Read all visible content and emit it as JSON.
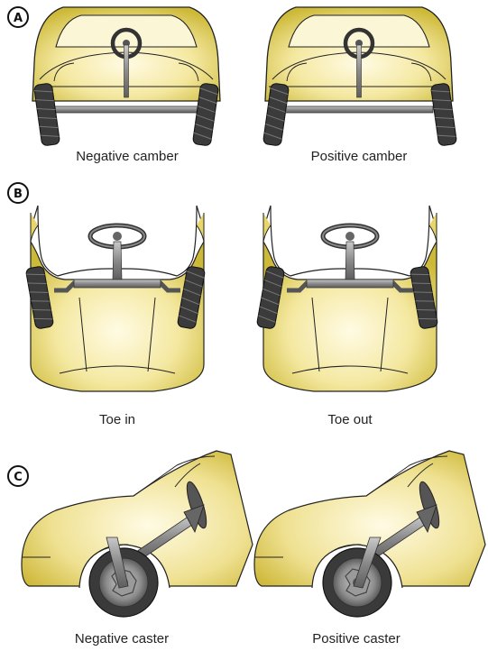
{
  "sections": {
    "a": {
      "badge": "A",
      "left_caption": "Negative camber",
      "right_caption": "Positive camber"
    },
    "b": {
      "badge": "B",
      "left_caption": "Toe in",
      "right_caption": "Toe out"
    },
    "c": {
      "badge": "C",
      "left_caption": "Negative caster",
      "right_caption": "Positive caster"
    }
  },
  "colors": {
    "body_yellow": "#d9c64a",
    "body_highlight": "#fffbe4",
    "tire": "#3a3a3a",
    "metal": "#8f8f8f",
    "outline": "#222222"
  }
}
